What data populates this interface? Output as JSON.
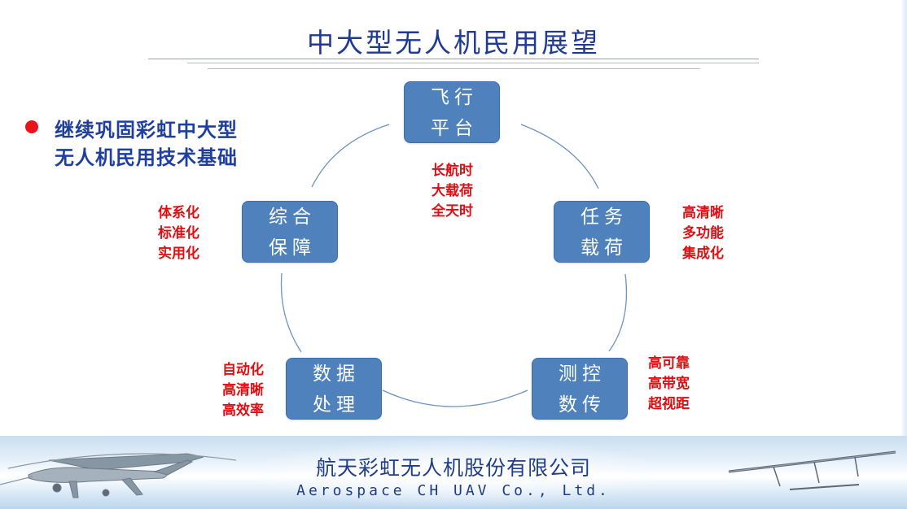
{
  "slide": {
    "title": "中大型无人机民用展望",
    "bullet": {
      "line1": "继续巩固彩虹中大型",
      "line2": "无人机民用技术基础"
    }
  },
  "nodes": {
    "flight": {
      "line1": "飞行",
      "line2": "平台",
      "features": [
        "长航时",
        "大载荷",
        "全天时"
      ]
    },
    "task": {
      "line1": "任务",
      "line2": "载荷",
      "features": [
        "高清晰",
        "多功能",
        "集成化"
      ]
    },
    "tc": {
      "line1": "测控",
      "line2": "数传",
      "features": [
        "高可靠",
        "高带宽",
        "超视距"
      ]
    },
    "data": {
      "line1": "数据",
      "line2": "处理",
      "features": [
        "自动化",
        "高清晰",
        "高效率"
      ]
    },
    "support": {
      "line1": "综合",
      "line2": "保障",
      "features": [
        "体系化",
        "标准化",
        "实用化"
      ]
    }
  },
  "footer": {
    "company_cn": "航天彩虹无人机股份有限公司",
    "company_en": "Aerospace CH UAV Co., Ltd."
  },
  "colors": {
    "title": "#1f3a93",
    "node_fill": "#4f81bd",
    "feature_text": "#e00d12",
    "bullet_dot": "#e8141a",
    "connector": "#6f93c4"
  }
}
